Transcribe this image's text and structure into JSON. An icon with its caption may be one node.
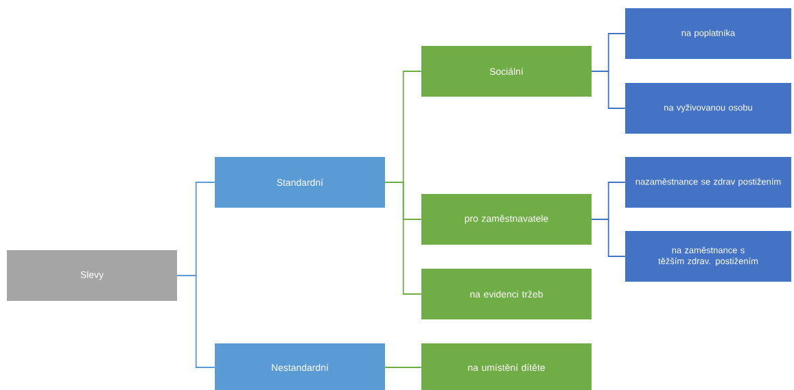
{
  "diagram": {
    "nodes": [
      {
        "text": [
          "Slevy"
        ]
      },
      {
        "text": [
          "Standardní"
        ]
      },
      {
        "text": [
          "Nestandardní"
        ]
      },
      {
        "text": [
          "Sociální"
        ]
      },
      {
        "text": [
          "pro zaměstnavatele"
        ]
      },
      {
        "text": [
          "na evidenci tržeb"
        ]
      },
      {
        "text": [
          "na umístění dítěte"
        ]
      },
      {
        "text": [
          "na poplatníka"
        ]
      },
      {
        "text": [
          "na vyživovanou osobu"
        ]
      },
      {
        "text": [
          "nazaměstnance se zdrav postižením"
        ]
      },
      {
        "text": [
          "na zaměstnance s těžším zdrav. postižením"
        ]
      }
    ],
    "edges": [
      {
        "from": 0,
        "to": 1,
        "arrow": "none",
        "color": "#5b9bd5"
      },
      {
        "from": 0,
        "to": 2,
        "arrow": "none",
        "color": "#5b9bd5"
      },
      {
        "from": 1,
        "to": 3,
        "arrow": "none",
        "color": "#70ad47"
      },
      {
        "from": 1,
        "to": 4,
        "arrow": "none",
        "color": "#70ad47"
      },
      {
        "from": 1,
        "to": 5,
        "arrow": "none",
        "color": "#70ad47"
      },
      {
        "from": 2,
        "to": 6,
        "arrow": "none",
        "color": "#70ad47"
      },
      {
        "from": 3,
        "to": 7,
        "arrow": "none",
        "color": "#4472c4"
      },
      {
        "from": 3,
        "to": 8,
        "arrow": "none",
        "color": "#4472c4"
      },
      {
        "from": 4,
        "to": 9,
        "arrow": "none",
        "color": "#4472c4"
      },
      {
        "from": 4,
        "to": 10,
        "arrow": "none",
        "color": "#4472c4"
      }
    ]
  }
}
